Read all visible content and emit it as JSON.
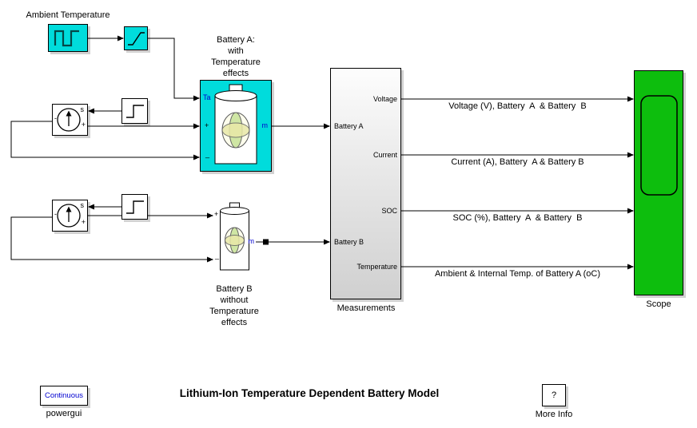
{
  "title": "Lithium-Ion Temperature Dependent Battery Model",
  "colors": {
    "cyan": "#00dcdc",
    "green": "#0dbe0d",
    "port_blue": "#0000d0"
  },
  "icons": {
    "ambient-source-icon": "square-wave",
    "lookup-icon": "saturation-curve",
    "step-icon": "step-signal",
    "current-source-icon": "circle-up-arrow",
    "battery-icon": "battery-cell",
    "scope-screen-icon": "rounded-screen"
  },
  "blocks": {
    "ambient_source": {
      "label": "Ambient Temperature"
    },
    "battery_a": {
      "label": "Battery A:\nwith\nTemperature\neffects",
      "ports": {
        "ta": "Ta",
        "plus": "+",
        "minus": "_",
        "m": "m"
      }
    },
    "battery_b": {
      "label": "Battery B\nwithout\nTemperature\neffects",
      "ports": {
        "plus": "+",
        "minus": "_",
        "m": "m"
      }
    },
    "current_source_a": {
      "ports": {
        "s": "s",
        "plus": "+",
        "minus": "-"
      }
    },
    "current_source_b": {
      "ports": {
        "s": "s",
        "plus": "+",
        "minus": "-"
      }
    },
    "measurements": {
      "label": "Measurements",
      "inputs": [
        "Battery A",
        "Battery B"
      ],
      "outputs": [
        "Voltage",
        "Current",
        "SOC",
        "Temperature"
      ]
    },
    "scope": {
      "label": "Scope"
    },
    "powergui": {
      "value": "Continuous",
      "label": "powergui"
    },
    "more_info": {
      "value": "?",
      "label": "More Info"
    }
  },
  "signals": {
    "voltage": "Voltage (V), Battery  A  & Battery  B",
    "current": "Current (A), Battery  A & Battery B",
    "soc": "SOC (%), Battery  A  & Battery  B",
    "temperature": "Ambient & Internal Temp. of Battery A (oC)"
  }
}
